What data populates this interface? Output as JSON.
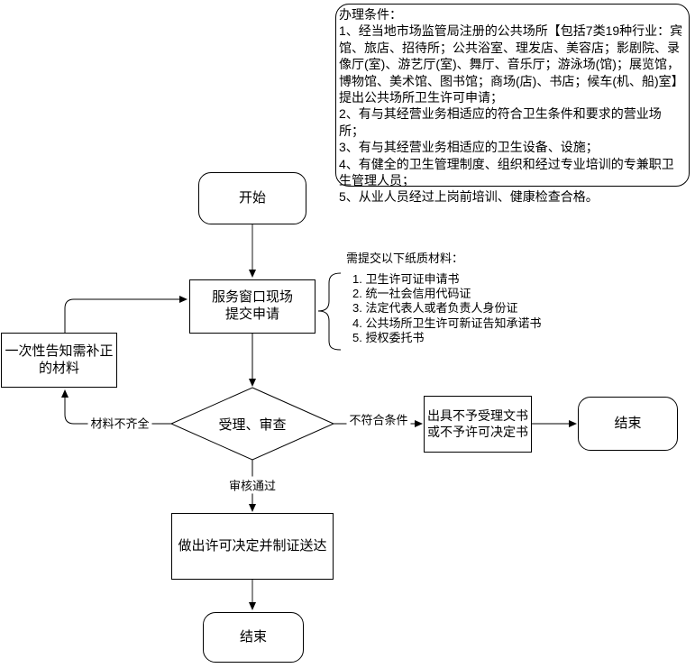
{
  "conditions": {
    "title": "办理条件：",
    "items": [
      "1、经当地市场监管局注册的公共场所【包括7类19种行业：宾馆、旅店、招待所；公共浴室、理发店、美容店；影剧院、录像厅(室)、游艺厅(室)、舞厅、音乐厅；游泳场(馆)；展览馆，博物馆、美术馆、图书馆；商场(店)、书店；候车(机、船)室】提出公共场所卫生许可申请；",
      "2、有与其经营业务相适应的符合卫生条件和要求的营业场所；",
      "3、有与其经营业务相适应的卫生设备、设施；",
      "4、有健全的卫生管理制度、组织和经过专业培训的专兼职卫生管理人员；",
      "5、从业人员经过上岗前培训、健康检查合格。"
    ]
  },
  "materials": {
    "title": "需提交以下纸质材料：",
    "items": [
      "1. 卫生许可证申请书",
      "2. 统一社会信用代码证",
      "3. 法定代表人或者负责人身份证",
      "4. 公共场所卫生许可新证告知承诺书",
      "5. 授权委托书"
    ]
  },
  "nodes": {
    "start": "开始",
    "submit": "服务窗口现场\n提交申请",
    "correction": "一次性告知需补正\n的材料",
    "review": "受理、审查",
    "reject": "出具不予受理文书\n或不予许可决定书",
    "end_right": "结束",
    "decision": "做出许可决定并制证送达",
    "end_bottom": "结束"
  },
  "edge_labels": {
    "incomplete": "材料不齐全",
    "not_meet": "不符合条件",
    "passed": "审核通过"
  },
  "colors": {
    "stroke": "#000000",
    "gray_edge": "#666666",
    "fill": "#ffffff"
  }
}
